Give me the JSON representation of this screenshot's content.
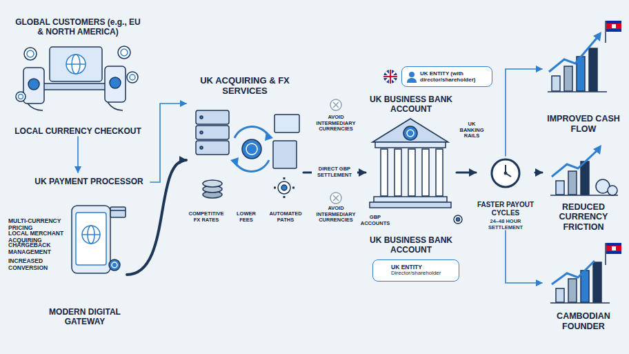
{
  "diagram": {
    "nodes": [
      {
        "text": [
          "GLOBAL CUSTOMERS (e.g., EU & NORTH AMERICA)",
          "LOCAL CURRENCY CHECKOUT"
        ]
      },
      {
        "text": [
          "UK PAYMENT PROCESSOR"
        ]
      },
      {
        "text": [
          "MODERN DIGITAL GATEWAY"
        ]
      },
      {
        "text": [
          "UK ACQUIRING & FX SERVICES"
        ]
      },
      {
        "text": [
          "UK BUSINESS BANK ACCOUNT",
          "UK BUSINESS BANK ACCOUNT"
        ]
      },
      {
        "text": [
          "UK ENTITY (with director/shareholder)"
        ]
      },
      {
        "text": [
          "UK ENTITY",
          "Director/shareholder"
        ]
      },
      {
        "text": [
          "FASTER PAYOUT CYCLES",
          "24–48 HOUR SETTLEMENT"
        ]
      },
      {
        "text": [
          "IMPROVED CASH FLOW"
        ]
      },
      {
        "text": [
          "REDUCED CURRENCY FRICTION"
        ]
      },
      {
        "text": [
          "CAMBODIAN FOUNDER"
        ]
      }
    ],
    "edges": [
      {
        "from": 0,
        "to": 1,
        "arrow": "to"
      },
      {
        "from": 1,
        "to": 3,
        "arrow": "to"
      },
      {
        "from": 2,
        "to": 3,
        "arrow": "to"
      },
      {
        "from": 3,
        "to": 4,
        "label": "DIRECT GBP SETTLEMENT",
        "arrow": "to"
      },
      {
        "from": 4,
        "to": 7,
        "arrow": "to"
      },
      {
        "from": 7,
        "to": 8,
        "arrow": "to"
      },
      {
        "from": 7,
        "to": 9,
        "arrow": "to"
      },
      {
        "from": 7,
        "to": 10,
        "arrow": "to"
      }
    ],
    "labels": [
      "MULTI-CURRENCY PRICING",
      "LOCAL MERCHANT ACQUIRING",
      "CHARGEBACK MANAGEMENT",
      "INCREASED CONVERSION",
      "COMPETITIVE FX RATES",
      "LOWER FEES",
      "AUTOMATED PATHS",
      "AVOID INTERMEDIARY CURRENCIES",
      "AVOID INTERMEDIARY CURRENCIES",
      "UK BANKING RAILS",
      "GBP ACCOUNTS"
    ]
  }
}
